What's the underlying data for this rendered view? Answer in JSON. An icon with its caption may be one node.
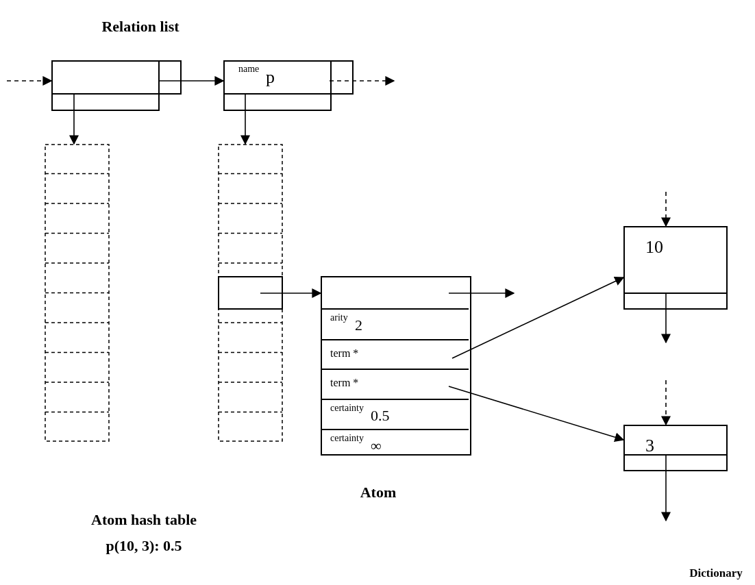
{
  "diagram": {
    "nodes": [
      {
        "text": [],
        "shape": "box"
      },
      {
        "text": [
          "name",
          "p"
        ]
      },
      {
        "text": [],
        "shape": "box"
      },
      {
        "text": [],
        "shape": "box"
      },
      {
        "text": [],
        "shape": "box",
        "in": 3
      },
      {
        "text": [],
        "shape": "box",
        "beside": [
          "Atom"
        ]
      },
      {
        "text": [],
        "shape": "box",
        "in": 5
      },
      {
        "text": [
          "arity",
          "2"
        ],
        "in": 5
      },
      {
        "text": [
          "term *"
        ],
        "in": 5
      },
      {
        "text": [
          "term *"
        ],
        "in": 5
      },
      {
        "text": [
          "certainty",
          "0.5"
        ],
        "in": 5
      },
      {
        "text": [
          "certainty",
          "∞"
        ],
        "in": 5
      },
      {
        "text": [
          "10"
        ]
      },
      {
        "text": [
          "3"
        ]
      }
    ],
    "edges": [
      {
        "from": null,
        "to": 0,
        "arrow": "to",
        "style": "dashed"
      },
      {
        "from": 0,
        "to": 1,
        "arrow": "to"
      },
      {
        "from": 1,
        "to": null,
        "arrow": "to",
        "style": "dashed"
      },
      {
        "from": 0,
        "to": 2,
        "arrow": "to"
      },
      {
        "from": 1,
        "to": 3,
        "arrow": "to"
      },
      {
        "from": 4,
        "to": 6,
        "arrow": "to"
      },
      {
        "from": 6,
        "to": null,
        "arrow": "to"
      },
      {
        "from": 8,
        "to": 12,
        "arrow": "to"
      },
      {
        "from": 9,
        "to": 13,
        "arrow": "to"
      },
      {
        "from": null,
        "to": 12,
        "arrow": "to",
        "style": "dashed"
      },
      {
        "from": 12,
        "to": null,
        "arrow": "to"
      },
      {
        "from": null,
        "to": 13,
        "arrow": "to",
        "style": "dashed"
      },
      {
        "from": 13,
        "to": null,
        "arrow": "to"
      }
    ],
    "labels": [
      "Relation list",
      "Atom hash table",
      "p(10, 3): 0.5",
      "Dictionary"
    ]
  }
}
